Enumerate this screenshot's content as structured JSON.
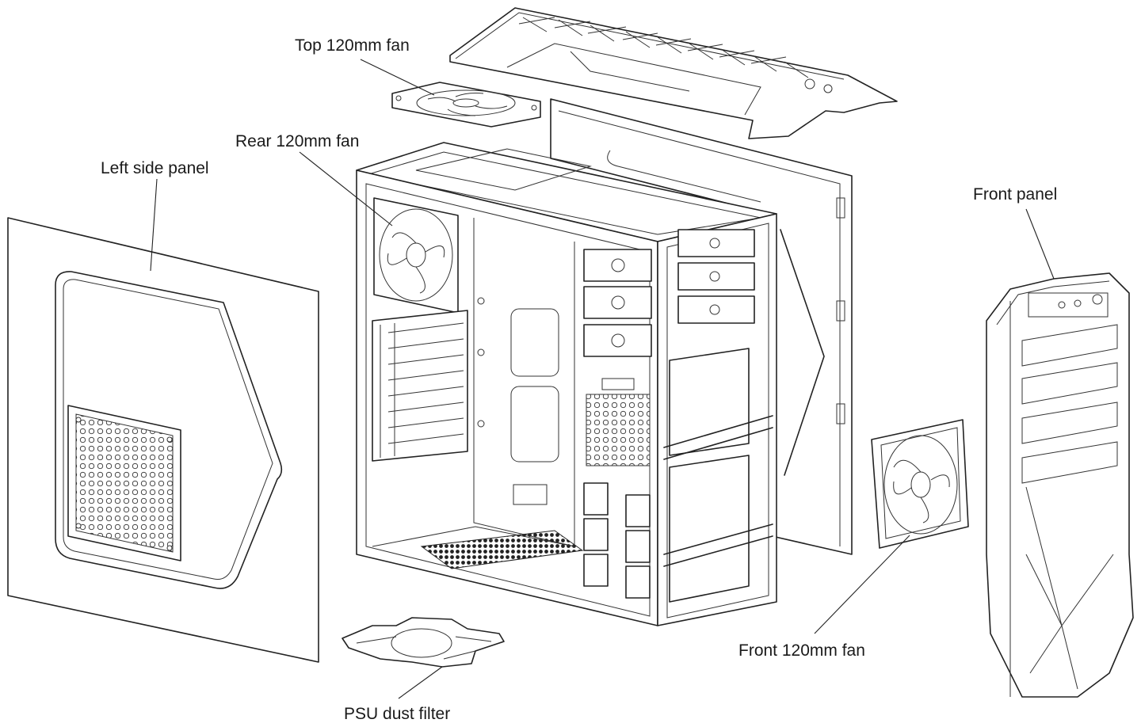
{
  "labels": {
    "top_fan": "Top 120mm fan",
    "rear_fan": "Rear 120mm fan",
    "left_panel": "Left side panel",
    "front_panel": "Front panel",
    "front_fan": "Front 120mm fan",
    "psu_filter": "PSU dust filter"
  },
  "colors": {
    "line": "#222222",
    "background": "#ffffff"
  }
}
